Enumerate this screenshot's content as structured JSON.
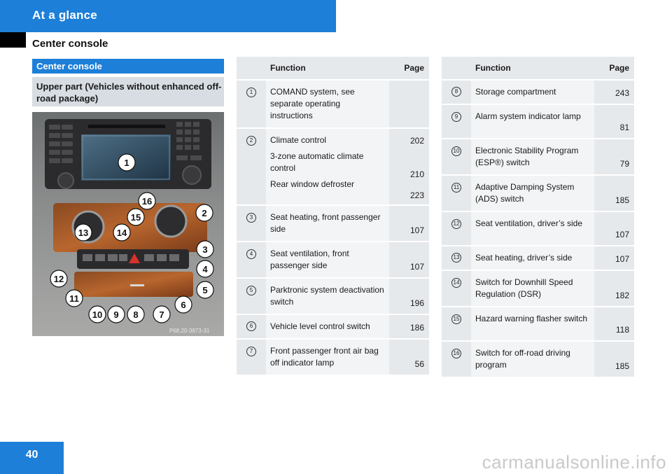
{
  "header": {
    "title": "At a glance",
    "subtitle": "Center console"
  },
  "left": {
    "bar_title": "Center console",
    "bar_subtitle": "Upper part (Vehicles without enhanced off-road package)",
    "photo_code": "P68.20-3873-31",
    "callouts": [
      "1",
      "2",
      "3",
      "4",
      "5",
      "6",
      "7",
      "8",
      "9",
      "10",
      "11",
      "12",
      "13",
      "14",
      "15",
      "16"
    ]
  },
  "table1": {
    "col_function": "Function",
    "col_page": "Page",
    "rows": [
      {
        "num": "1",
        "function": "COMAND system, see separate operating instructions",
        "page": ""
      },
      {
        "num": "2",
        "function": "Climate control",
        "page": "202",
        "sub": [
          {
            "function": "3-zone automatic climate control",
            "page": "210"
          },
          {
            "function": "Rear window defroster",
            "page": "223"
          }
        ]
      },
      {
        "num": "3",
        "function": "Seat heating, front passenger side",
        "page": "107"
      },
      {
        "num": "4",
        "function": "Seat ventilation, front passenger side",
        "page": "107"
      },
      {
        "num": "5",
        "function": "Parktronic system deactivation switch",
        "page": "196"
      },
      {
        "num": "6",
        "function": "Vehicle level control switch",
        "page": "186"
      },
      {
        "num": "7",
        "function": "Front passenger front air bag off indicator lamp",
        "page": "56"
      }
    ]
  },
  "table2": {
    "col_function": "Function",
    "col_page": "Page",
    "rows": [
      {
        "num": "8",
        "function": "Storage compartment",
        "page": "243"
      },
      {
        "num": "9",
        "function": "Alarm system indicator lamp",
        "page": "81"
      },
      {
        "num": "10",
        "function": "Electronic Stability Program (ESP®) switch",
        "page": "79"
      },
      {
        "num": "11",
        "function": "Adaptive Damping System (ADS) switch",
        "page": "185"
      },
      {
        "num": "12",
        "function": "Seat ventilation, driver’s side",
        "page": "107"
      },
      {
        "num": "13",
        "function": "Seat heating, driver’s side",
        "page": "107"
      },
      {
        "num": "14",
        "function": "Switch for Downhill Speed Regulation (DSR)",
        "page": "182"
      },
      {
        "num": "15",
        "function": "Hazard warning flasher switch",
        "page": "118"
      },
      {
        "num": "16",
        "function": "Switch for off-road driving program",
        "page": "185"
      }
    ]
  },
  "footer": {
    "page_number": "40",
    "watermark": "carmanualsonline.info"
  },
  "colors": {
    "accent": "#1d7fd8",
    "header_grey": "#d7dde2",
    "table_cell": "#e6e9ec"
  }
}
